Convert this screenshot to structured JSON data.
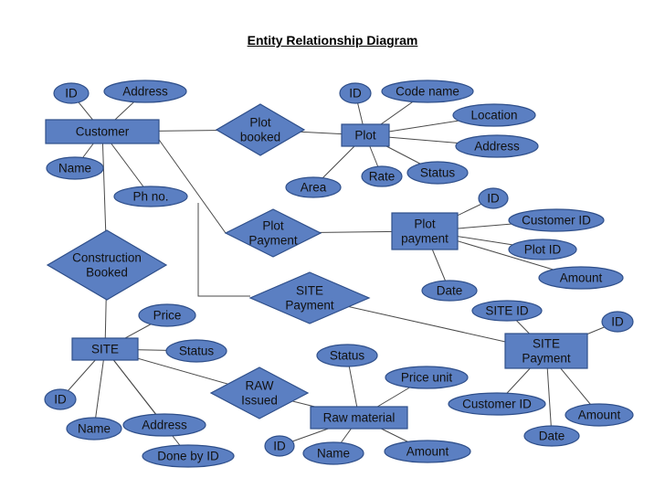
{
  "title": "Entity Relationship Diagram",
  "colors": {
    "fill": "#5b7fc2",
    "stroke": "#2f4f8a",
    "line": "#4a4a4a",
    "text": "#111111"
  },
  "nodes": {
    "customer": {
      "type": "entity",
      "lines": [
        "Customer"
      ]
    },
    "plot": {
      "type": "entity",
      "lines": [
        "Plot"
      ]
    },
    "plot-payment-entity": {
      "type": "entity",
      "lines": [
        "Plot",
        "payment"
      ]
    },
    "site": {
      "type": "entity",
      "lines": [
        "SITE"
      ]
    },
    "site-payment-entity": {
      "type": "entity",
      "lines": [
        "SITE",
        "Payment"
      ]
    },
    "raw-material": {
      "type": "entity",
      "lines": [
        "Raw material"
      ]
    },
    "plot-booked": {
      "type": "relationship",
      "lines": [
        "Plot",
        "booked"
      ]
    },
    "plot-payment-rel": {
      "type": "relationship",
      "lines": [
        "Plot",
        "Payment"
      ]
    },
    "site-payment-rel": {
      "type": "relationship",
      "lines": [
        "SITE",
        "Payment"
      ]
    },
    "construction-booked": {
      "type": "relationship",
      "lines": [
        "Construction",
        "Booked"
      ]
    },
    "raw-issued": {
      "type": "relationship",
      "lines": [
        "RAW",
        "Issued"
      ]
    },
    "customer-id": {
      "type": "attribute",
      "lines": [
        "ID"
      ]
    },
    "customer-address": {
      "type": "attribute",
      "lines": [
        "Address"
      ]
    },
    "customer-name": {
      "type": "attribute",
      "lines": [
        "Name"
      ]
    },
    "customer-phone": {
      "type": "attribute",
      "lines": [
        "Ph no."
      ]
    },
    "plot-id": {
      "type": "attribute",
      "lines": [
        "ID"
      ]
    },
    "plot-code-name": {
      "type": "attribute",
      "lines": [
        "Code name"
      ]
    },
    "plot-location": {
      "type": "attribute",
      "lines": [
        "Location"
      ]
    },
    "plot-address": {
      "type": "attribute",
      "lines": [
        "Address"
      ]
    },
    "plot-status": {
      "type": "attribute",
      "lines": [
        "Status"
      ]
    },
    "plot-rate": {
      "type": "attribute",
      "lines": [
        "Rate"
      ]
    },
    "plot-area": {
      "type": "attribute",
      "lines": [
        "Area"
      ]
    },
    "pp-id": {
      "type": "attribute",
      "lines": [
        "ID"
      ]
    },
    "pp-customer-id": {
      "type": "attribute",
      "lines": [
        "Customer ID"
      ]
    },
    "pp-plot-id": {
      "type": "attribute",
      "lines": [
        "Plot ID"
      ]
    },
    "pp-amount": {
      "type": "attribute",
      "lines": [
        "Amount"
      ]
    },
    "pp-date": {
      "type": "attribute",
      "lines": [
        "Date"
      ]
    },
    "sp-site-id": {
      "type": "attribute",
      "lines": [
        "SITE ID"
      ]
    },
    "sp-id": {
      "type": "attribute",
      "lines": [
        "ID"
      ]
    },
    "sp-customer-id": {
      "type": "attribute",
      "lines": [
        "Customer ID"
      ]
    },
    "sp-amount": {
      "type": "attribute",
      "lines": [
        "Amount"
      ]
    },
    "sp-date": {
      "type": "attribute",
      "lines": [
        "Date"
      ]
    },
    "site-price": {
      "type": "attribute",
      "lines": [
        "Price"
      ]
    },
    "site-status": {
      "type": "attribute",
      "lines": [
        "Status"
      ]
    },
    "site-id": {
      "type": "attribute",
      "lines": [
        "ID"
      ]
    },
    "site-name": {
      "type": "attribute",
      "lines": [
        "Name"
      ]
    },
    "site-address": {
      "type": "attribute",
      "lines": [
        "Address"
      ]
    },
    "site-done-by-id": {
      "type": "attribute",
      "lines": [
        "Done by ID"
      ]
    },
    "raw-status": {
      "type": "attribute",
      "lines": [
        "Status"
      ]
    },
    "raw-price-unit": {
      "type": "attribute",
      "lines": [
        "Price unit"
      ]
    },
    "raw-id": {
      "type": "attribute",
      "lines": [
        "ID"
      ]
    },
    "raw-name": {
      "type": "attribute",
      "lines": [
        "Name"
      ]
    },
    "raw-amount": {
      "type": "attribute",
      "lines": [
        "Amount"
      ]
    }
  }
}
